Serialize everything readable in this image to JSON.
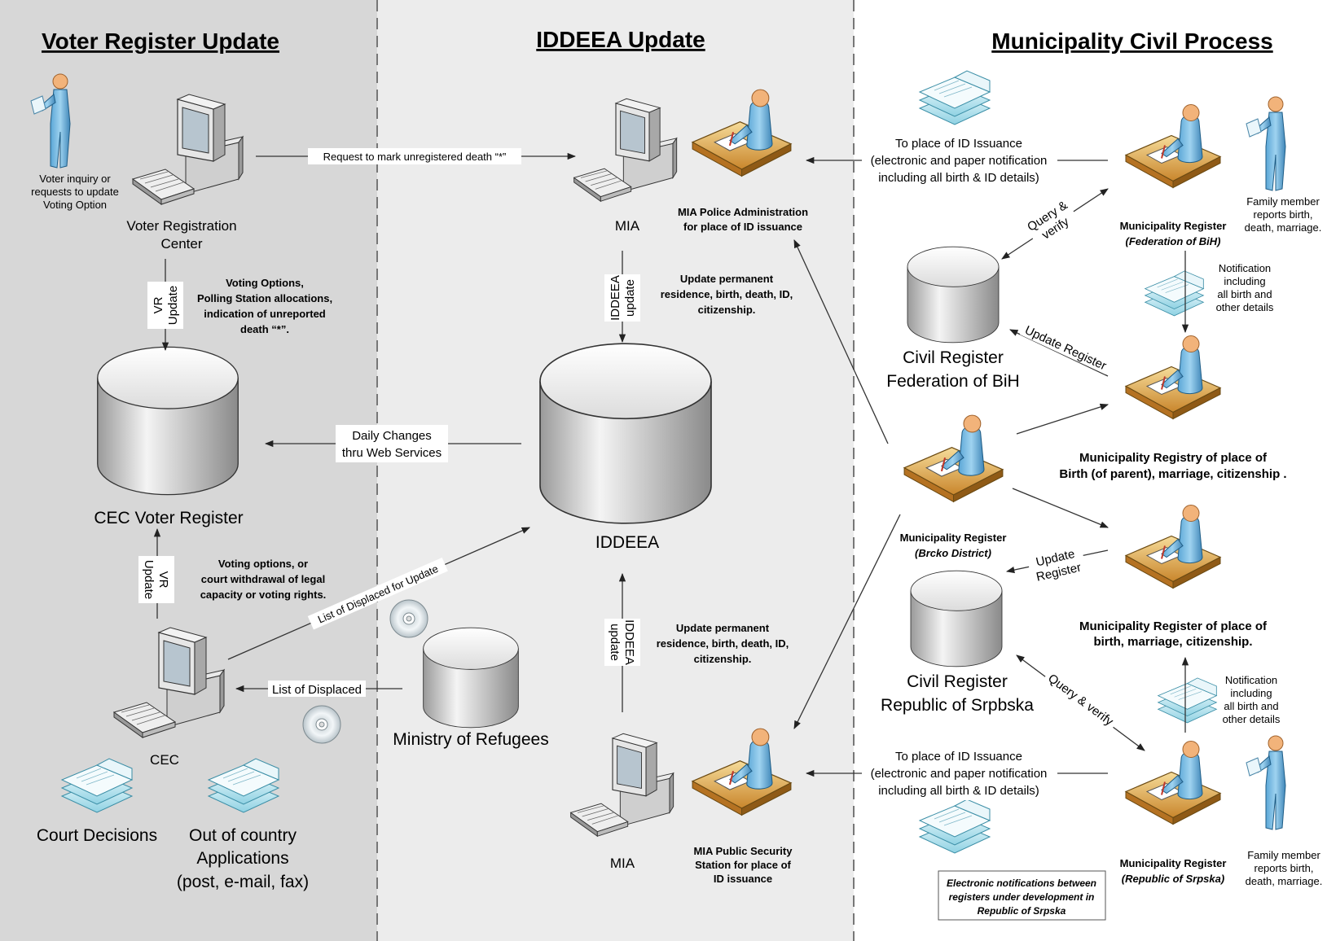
{
  "sections": {
    "voter": "Voter Register Update",
    "iddeea": "IDDEEA Update",
    "municipality": "Municipality Civil Process"
  },
  "left": {
    "voter_inquiry": [
      "Voter inquiry or",
      "requests to update",
      "Voting Option"
    ],
    "vrc_label": [
      "Voter Registration",
      "Center"
    ],
    "vr_update_top": [
      "VR",
      "Update"
    ],
    "voting_options_note": [
      "Voting Options,",
      "Polling Station allocations,",
      "indication of unreported",
      "death “*”."
    ],
    "cec_register": "CEC Voter Register",
    "vr_update_bottom": [
      "VR",
      "Update"
    ],
    "court_note": [
      "Voting options, or",
      "court withdrawal of legal",
      "capacity or voting rights."
    ],
    "cec_label": "CEC",
    "court_decisions": "Court Decisions",
    "out_of_country": [
      "Out of country",
      "Applications",
      "(post, e-mail, fax)"
    ]
  },
  "middle": {
    "request_mark": "Request to mark unregistered death “*”",
    "mia_top": "MIA",
    "police_admin": [
      "MIA Police Administration",
      "for place of ID issuance"
    ],
    "iddeea_update_top": [
      "IDDEEA",
      "update"
    ],
    "update_perm_top": [
      "Update permanent",
      "residence, birth, death, ID,",
      "citizenship."
    ],
    "daily_changes": [
      "Daily Changes",
      "thru Web Services"
    ],
    "iddeea_label": "IDDEEA",
    "list_displaced_update": "List of Displaced for Update",
    "list_displaced": "List of Displaced",
    "ministry_refugees": "Ministry of Refugees",
    "iddeea_update_bottom": [
      "IDDEEA",
      "update"
    ],
    "update_perm_bottom": [
      "Update permanent",
      "residence, birth, death, ID,",
      "citizenship."
    ],
    "mia_bottom": "MIA",
    "public_security": [
      "MIA Public Security",
      "Station for place of",
      "ID issuance"
    ]
  },
  "right": {
    "to_place_top": [
      "To place of ID Issuance",
      "(electronic and paper notification",
      "including all birth & ID details)"
    ],
    "family_top": [
      "Family member",
      "reports birth,",
      "death, marriage."
    ],
    "query_verify_top": [
      "Query &",
      "verify"
    ],
    "muni_reg_fbih": [
      "Municipality Register",
      "(Federation of BiH)"
    ],
    "notification_top": [
      "Notification",
      "including",
      "all birth and",
      "other details"
    ],
    "civil_reg_fbih": [
      "Civil Register",
      "Federation of BiH"
    ],
    "update_register_top": "Update Register",
    "muni_registry_place": [
      "Municipality Registry of place of",
      "Birth (of parent), marriage, citizenship ."
    ],
    "muni_reg_brcko": [
      "Municipality Register",
      "(Brcko District)"
    ],
    "update_register_bottom": [
      "Update",
      "Register"
    ],
    "muni_register_place": [
      "Municipality Register of place of",
      "birth, marriage, citizenship."
    ],
    "civil_reg_rs": [
      "Civil Register",
      "Republic of Srpbska"
    ],
    "notification_bottom": [
      "Notification",
      "including",
      "all birth and",
      "other details"
    ],
    "query_verify_bottom": "Query & verify",
    "to_place_bottom": [
      "To place of ID Issuance",
      "(electronic and paper notification",
      "including all birth & ID details)"
    ],
    "family_bottom": [
      "Family member",
      "reports birth,",
      "death, marriage."
    ],
    "muni_reg_rs": [
      "Municipality Register",
      "(Republic of Srpska)"
    ],
    "electronic_note": [
      "Electronic notifications between",
      "registers under development in",
      "Republic of Srpska"
    ]
  }
}
